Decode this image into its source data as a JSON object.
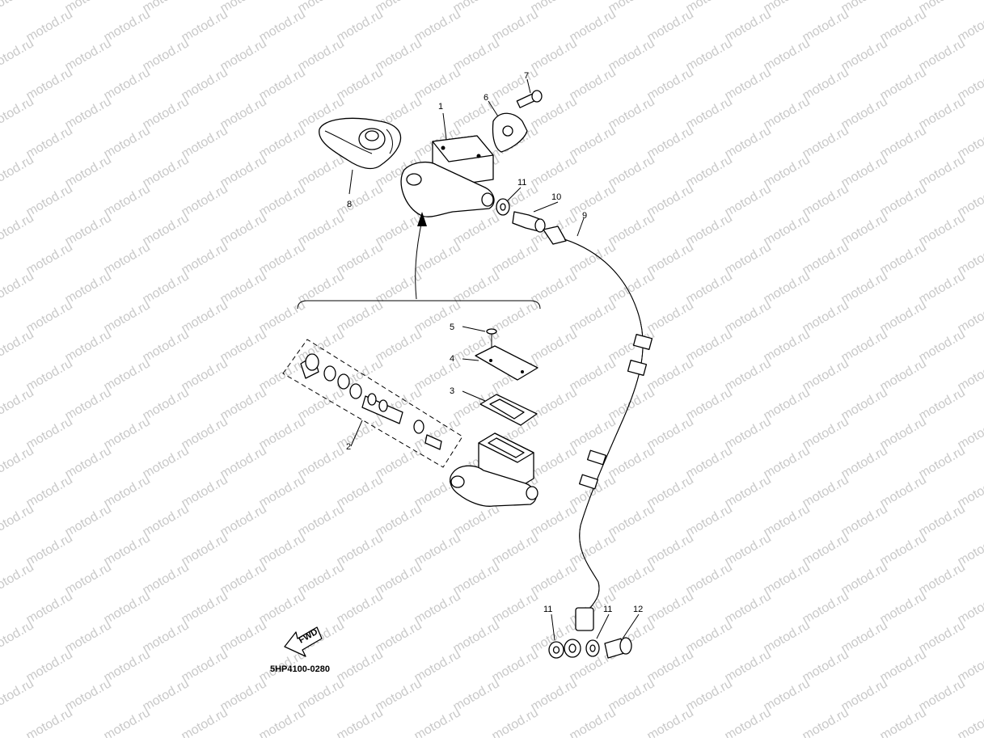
{
  "diagram": {
    "code": "5HP4100-0280",
    "watermark": "motod.ru",
    "fwd_label": "FWD",
    "callouts": {
      "c1": "1",
      "c2": "2",
      "c3": "3",
      "c4": "4",
      "c5": "5",
      "c6": "6",
      "c7": "7",
      "c8": "8",
      "c9": "9",
      "c10": "10",
      "c11a": "11",
      "c11b": "11",
      "c11c": "11",
      "c12": "12"
    }
  }
}
